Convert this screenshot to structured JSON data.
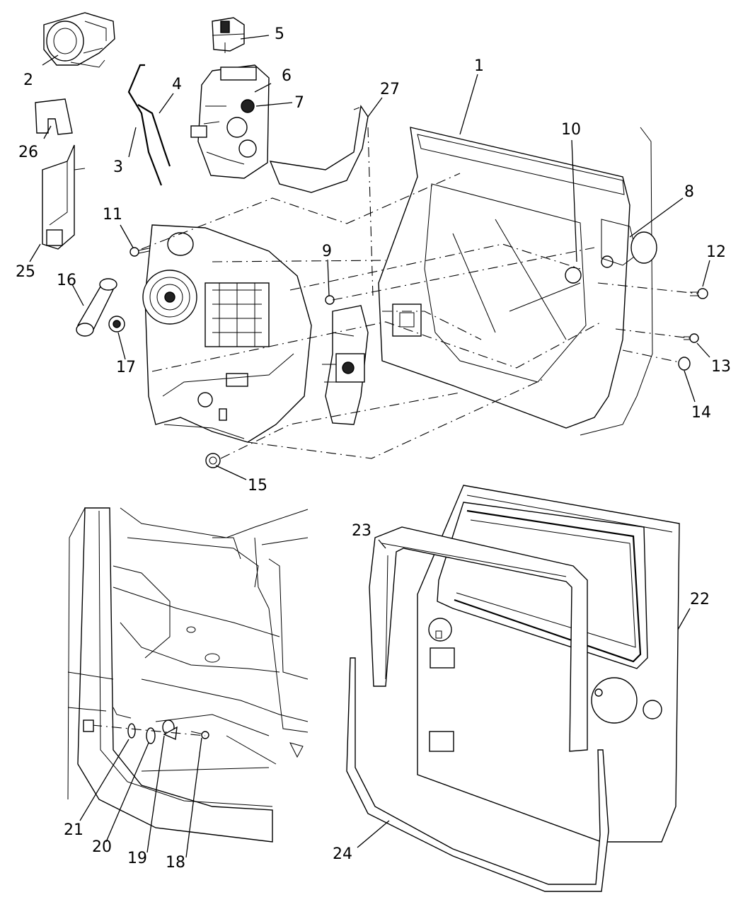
{
  "callouts": {
    "c1": "1",
    "c2": "2",
    "c3": "3",
    "c4": "4",
    "c5": "5",
    "c6": "6",
    "c7": "7",
    "c8": "8",
    "c9": "9",
    "c10": "10",
    "c11": "11",
    "c12": "12",
    "c13": "13",
    "c14": "14",
    "c15": "15",
    "c16": "16",
    "c17": "17",
    "c18": "18",
    "c19": "19",
    "c20": "20",
    "c21": "21",
    "c22": "22",
    "c23": "23",
    "c24": "24",
    "c25": "25",
    "c26": "26",
    "c27": "27"
  }
}
